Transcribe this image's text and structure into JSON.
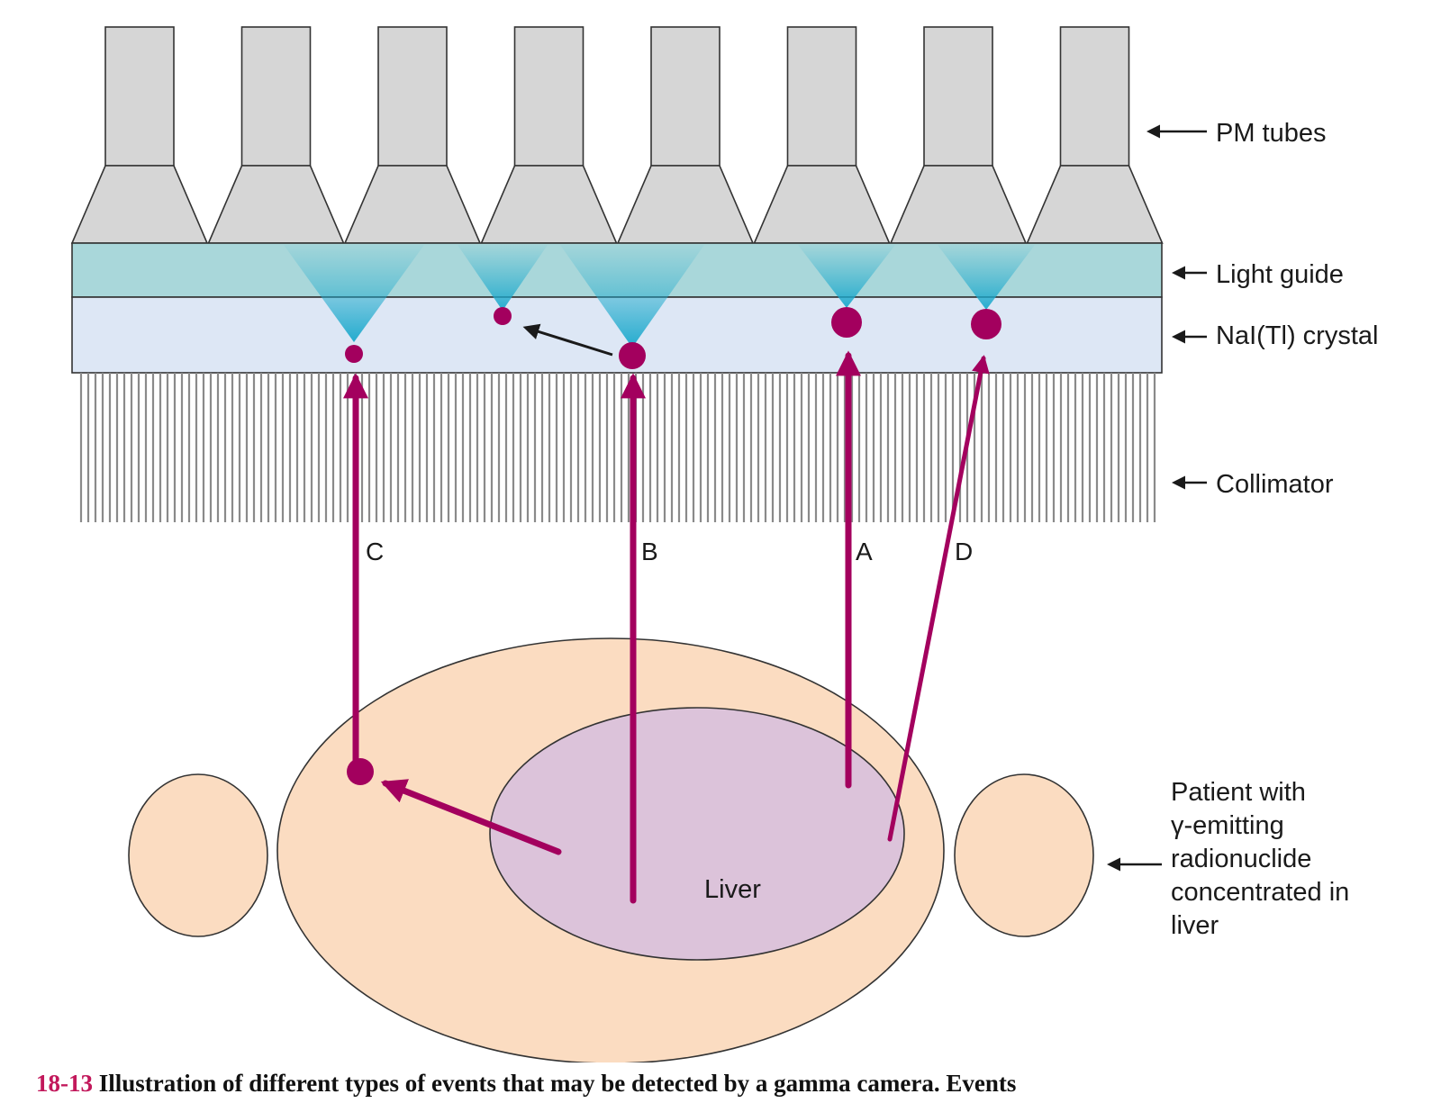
{
  "labels": {
    "pm_tubes": "PM tubes",
    "light_guide": "Light guide",
    "crystal": "NaI(Tl) crystal",
    "collimator": "Collimator",
    "patient_lines": [
      "Patient with",
      "γ-emitting",
      "radionuclide",
      "concentrated in",
      "liver"
    ],
    "liver": "Liver"
  },
  "rays": {
    "a": "A",
    "b": "B",
    "c": "C",
    "d": "D"
  },
  "caption": {
    "figure_number": "18-13",
    "text": "Illustration of different types of events that may be detected by a gamma camera. Events"
  },
  "colors": {
    "pm_tube": "#d6d6d6",
    "light_guide": "#a9d7da",
    "crystal": "#dde7f5",
    "collimator": "#8a8a8a",
    "body": "#fbdcc1",
    "liver": "#dcc3da",
    "ray": "#a3005e",
    "scintillation": "#2ab0cf"
  },
  "icons": {
    "pointer_arrow": "left-arrow-icon"
  }
}
